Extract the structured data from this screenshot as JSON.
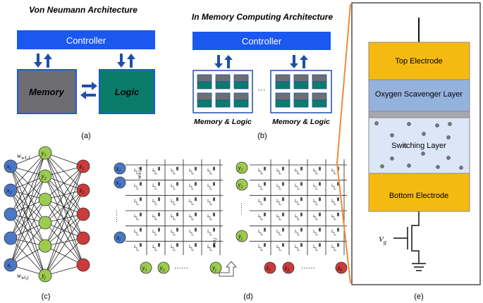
{
  "panel_a": {
    "title": "Von Neumann Architecture",
    "controller": "Controller",
    "memory": "Memory",
    "logic": "Logic",
    "caption": "(a)"
  },
  "panel_b": {
    "title": "In Memory Computing Architecture",
    "controller": "Controller",
    "ellipsis": "···",
    "block_label_1": "Memory & Logic",
    "block_label_2": "Memory & Logic",
    "caption": "(b)"
  },
  "panel_c": {
    "x_nodes": [
      "x1",
      "x2",
      "",
      "",
      "xi"
    ],
    "y_nodes": [
      "y1",
      "y2",
      "",
      "",
      "",
      "yj"
    ],
    "z_nodes": [
      "z1",
      "z2",
      "",
      "",
      "",
      "zk"
    ],
    "w_top": "w1,1",
    "w_bottom": "wi,j",
    "caption": "(c)"
  },
  "panel_d": {
    "x_inputs": [
      "x1",
      "x2",
      "xi"
    ],
    "y_inputs": [
      "y1",
      "y2",
      "yj"
    ],
    "y_outputs": [
      "y1",
      "y2",
      "yj"
    ],
    "z_outputs": [
      "z1",
      "z2",
      "zk"
    ],
    "w_top": "w1,1",
    "w_bottom": "wi,j",
    "dots": "······",
    "caption": "(d)"
  },
  "panel_e": {
    "top_electrode": "Top Electrode",
    "scavenger": "Oxygen Scavenger Layer",
    "switching": "Switching Layer",
    "bottom_electrode": "Bottom Electrode",
    "vg": "Vg",
    "caption": "(e)"
  },
  "colors": {
    "controller_blue": "#1a58f0",
    "memory_gray": "#6e6e72",
    "logic_teal": "#0a7d6a",
    "arrow_blue": "#1e4fa8",
    "node_blue": "#4a78c6",
    "node_green": "#9ccc4e",
    "node_red": "#cc3b3b",
    "electrode_orange": "#f5ba12",
    "scavenger_blue": "#95b2dd",
    "switching_light": "#dbe7f6",
    "zoom_orange": "#ed8b3a"
  }
}
